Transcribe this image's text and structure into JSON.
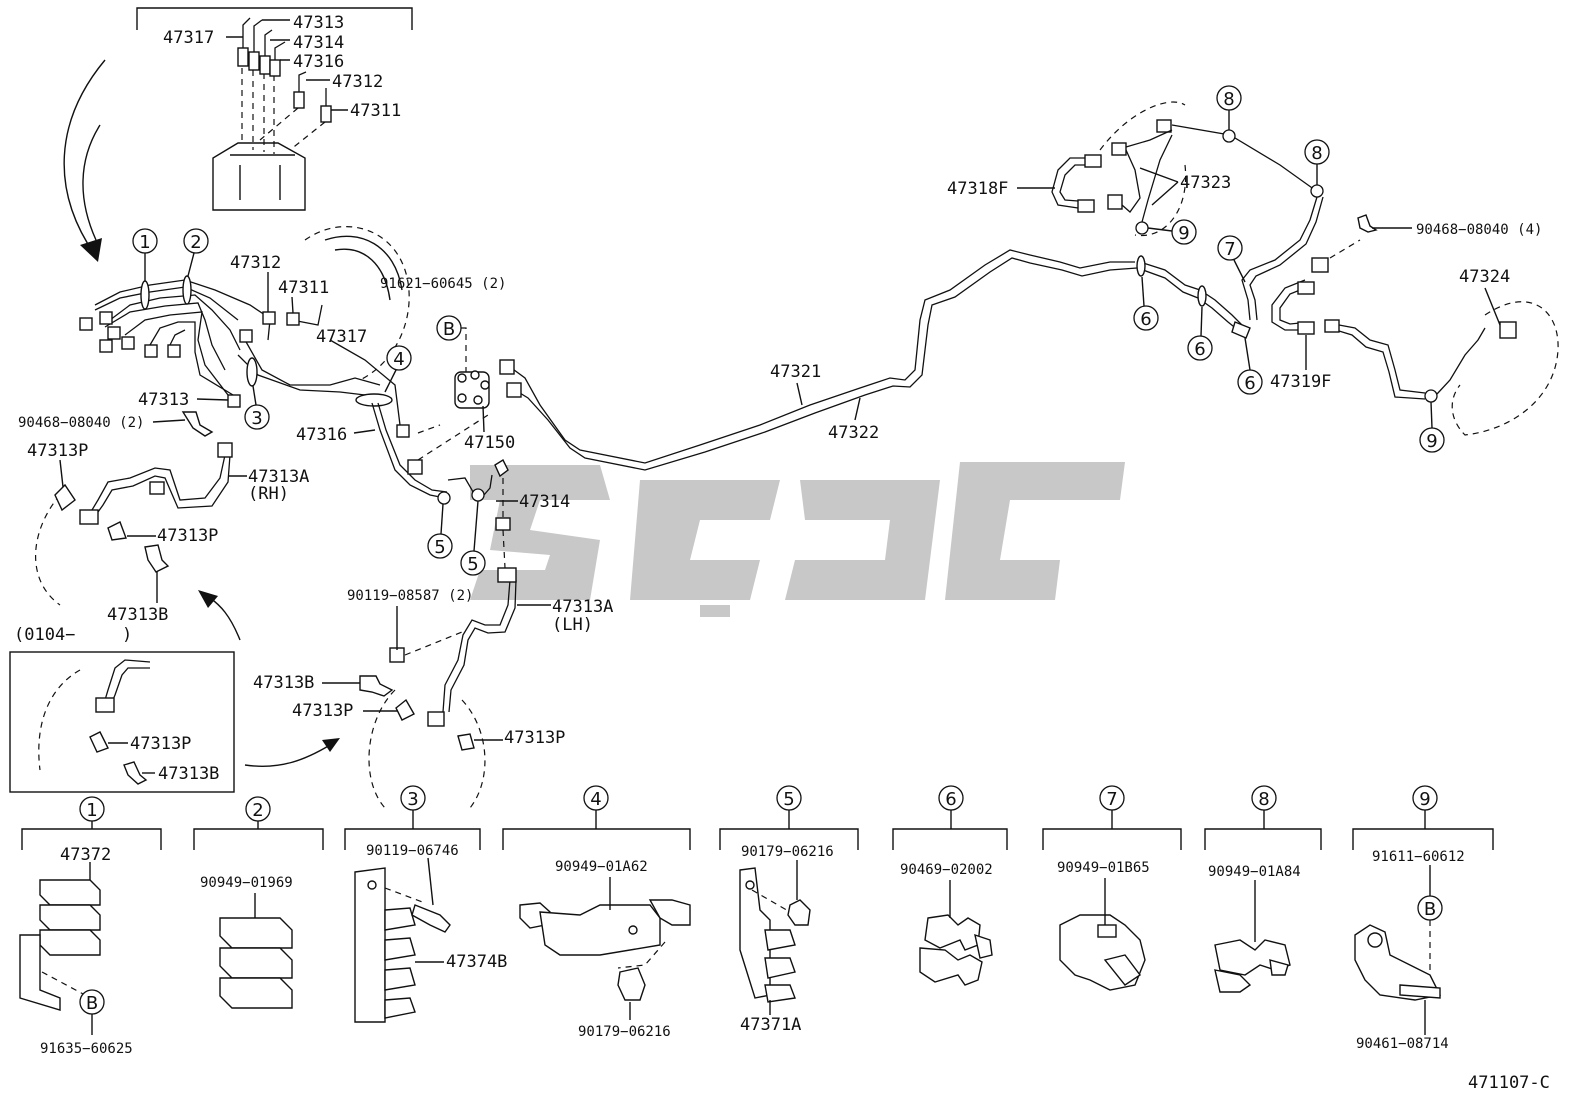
{
  "diagram_code": "471107-C",
  "watermark": "کاریز",
  "callout_numbers": [
    "1",
    "2",
    "3",
    "4",
    "5",
    "6",
    "7",
    "8",
    "9"
  ],
  "callout_letter": "B",
  "labels": {
    "p47317_top": "47317",
    "p47313_top": "47313",
    "p47314_top": "47314",
    "p47316_top": "47316",
    "p47312_top": "47312",
    "p47311_top": "47311",
    "p47312_mid": "47312",
    "p47311_mid": "47311",
    "p47317_mid": "47317",
    "p47313_mid": "47313",
    "clip_90468_left": "90468−08040 (2)",
    "p47313P_a": "47313P",
    "p47313A_rh": "47313A",
    "rh": "(RH)",
    "p47313P_b": "47313P",
    "p47313B_a": "47313B",
    "bolt_91621": "91621−60645 (2)",
    "p47316": "47316",
    "p47150": "47150",
    "p47314": "47314",
    "p47321": "47321",
    "p47322": "47322",
    "bolt_90119_08587": "90119−08587 (2)",
    "p47313A_lh": "47313A",
    "lh": "(LH)",
    "p47313B_b": "47313B",
    "p47313P_c": "47313P",
    "p47313P_d": "47313P",
    "inset_date": "(0104−",
    "inset_close": ")",
    "inset_47313P": "47313P",
    "inset_47313B": "47313B",
    "p47318F": "47318F",
    "p47323": "47323",
    "clip_90468_right": "90468−08040 (4)",
    "p47324": "47324",
    "p47319F": "47319F",
    "d1_top": "47372",
    "d1_bottom": "91635−60625",
    "d2_top": "90949−01969",
    "d3_top": "90119−06746",
    "d3_side": "47374B",
    "d4_top": "90949−01A62",
    "d4_bottom": "90179−06216",
    "d5_top": "90179−06216",
    "d5_bottom": "47371A",
    "d6_top": "90469−02002",
    "d7_top": "90949−01B65",
    "d8_top": "90949−01A84",
    "d9_top": "91611−60612",
    "d9_bottom": "90461−08714"
  }
}
